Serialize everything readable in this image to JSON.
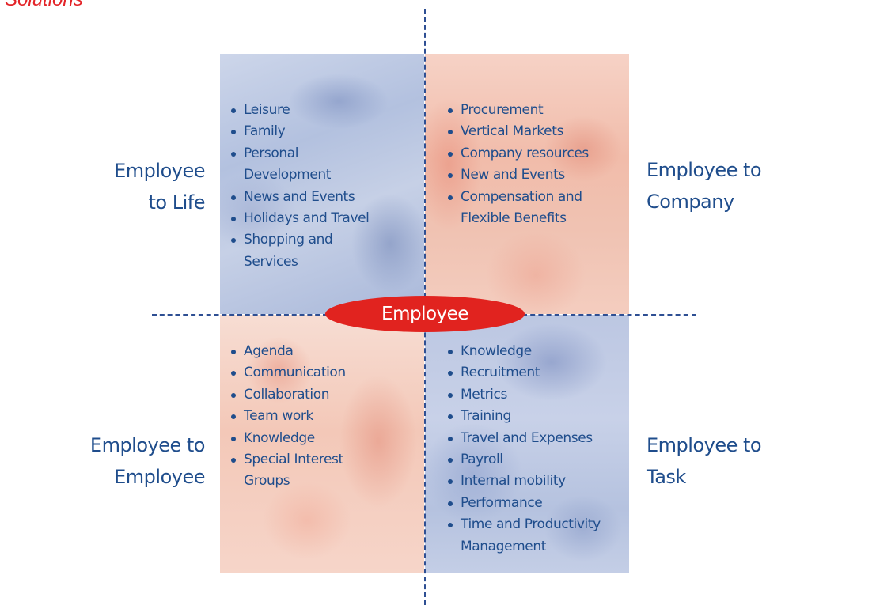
{
  "header": {
    "title": "Solutions"
  },
  "center": {
    "label": "Employee"
  },
  "quadrants": {
    "top_left": {
      "label_line1": "Employee",
      "label_line2": "to Life",
      "items": [
        "Leisure",
        "Family",
        "Personal\nDevelopment",
        "News and Events",
        "Holidays and Travel",
        "Shopping and\nServices"
      ]
    },
    "top_right": {
      "label_line1": "Employee to",
      "label_line2": "Company",
      "items": [
        "Procurement",
        "Vertical Markets",
        "Company resources",
        "New and Events",
        "Compensation and\nFlexible Benefits"
      ]
    },
    "bottom_left": {
      "label_line1": "Employee to",
      "label_line2": "Employee",
      "items": [
        "Agenda",
        "Communication",
        "Collaboration",
        "Team work",
        "Knowledge",
        "Special Interest\nGroups"
      ]
    },
    "bottom_right": {
      "label_line1": "Employee to",
      "label_line2": "Task",
      "items": [
        "Knowledge",
        "Recruitment",
        "Metrics",
        "Training",
        "Travel and Expenses",
        "Payroll",
        "Internal mobility",
        "Performance",
        "Time and Productivity\nManagement"
      ]
    }
  },
  "colors": {
    "accent_red": "#e1231f",
    "text_blue": "#1f4d8c",
    "divider_blue": "#2e4f93"
  }
}
